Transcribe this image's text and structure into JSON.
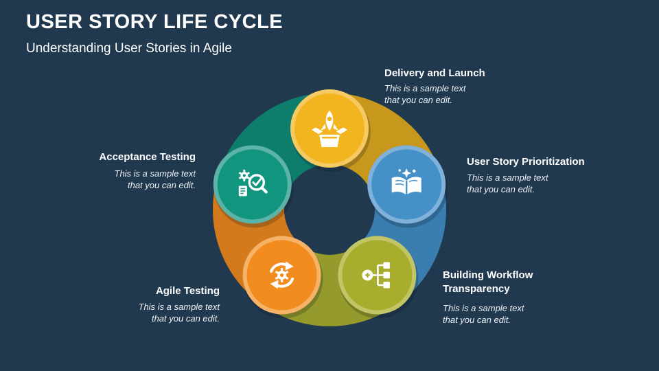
{
  "slide": {
    "title": "USER STORY LIFE CYCLE",
    "subtitle": "Understanding User Stories in Agile",
    "background_color": "#21394F"
  },
  "diagram": {
    "type": "cycle",
    "direction": "clockwise",
    "nodes": [
      {
        "id": "delivery-and-launch",
        "label": "Delivery and Launch",
        "description": "This is a sample text that you can edit.",
        "icon": "rocket-launch-icon",
        "color": "#F2B51F",
        "band_color": "#C8981D",
        "ring_color": "#F6CA62"
      },
      {
        "id": "user-story-prioritization",
        "label": "User Story Prioritization",
        "description": "This is a sample text that you can edit.",
        "icon": "open-book-icon",
        "color": "#4490C7",
        "band_color": "#3A7EB0",
        "ring_color": "#7FB1DA"
      },
      {
        "id": "building-workflow-transparency",
        "label": "Building Workflow Transparency",
        "description": "This is a sample text that you can edit.",
        "icon": "workflow-icon",
        "color": "#A9AD2D",
        "band_color": "#949A2B",
        "ring_color": "#C2C565"
      },
      {
        "id": "agile-testing",
        "label": "Agile Testing",
        "description": "This is a sample text that you can edit.",
        "icon": "agile-cycle-icon",
        "color": "#F28C1E",
        "band_color": "#D37A1C",
        "ring_color": "#F6B266"
      },
      {
        "id": "acceptance-testing",
        "label": "Acceptance Testing",
        "description": "This is a sample text that you can edit.",
        "icon": "acceptance-testing-icon",
        "color": "#12957F",
        "band_color": "#0E7D6C",
        "ring_color": "#5BB4A5"
      }
    ]
  }
}
